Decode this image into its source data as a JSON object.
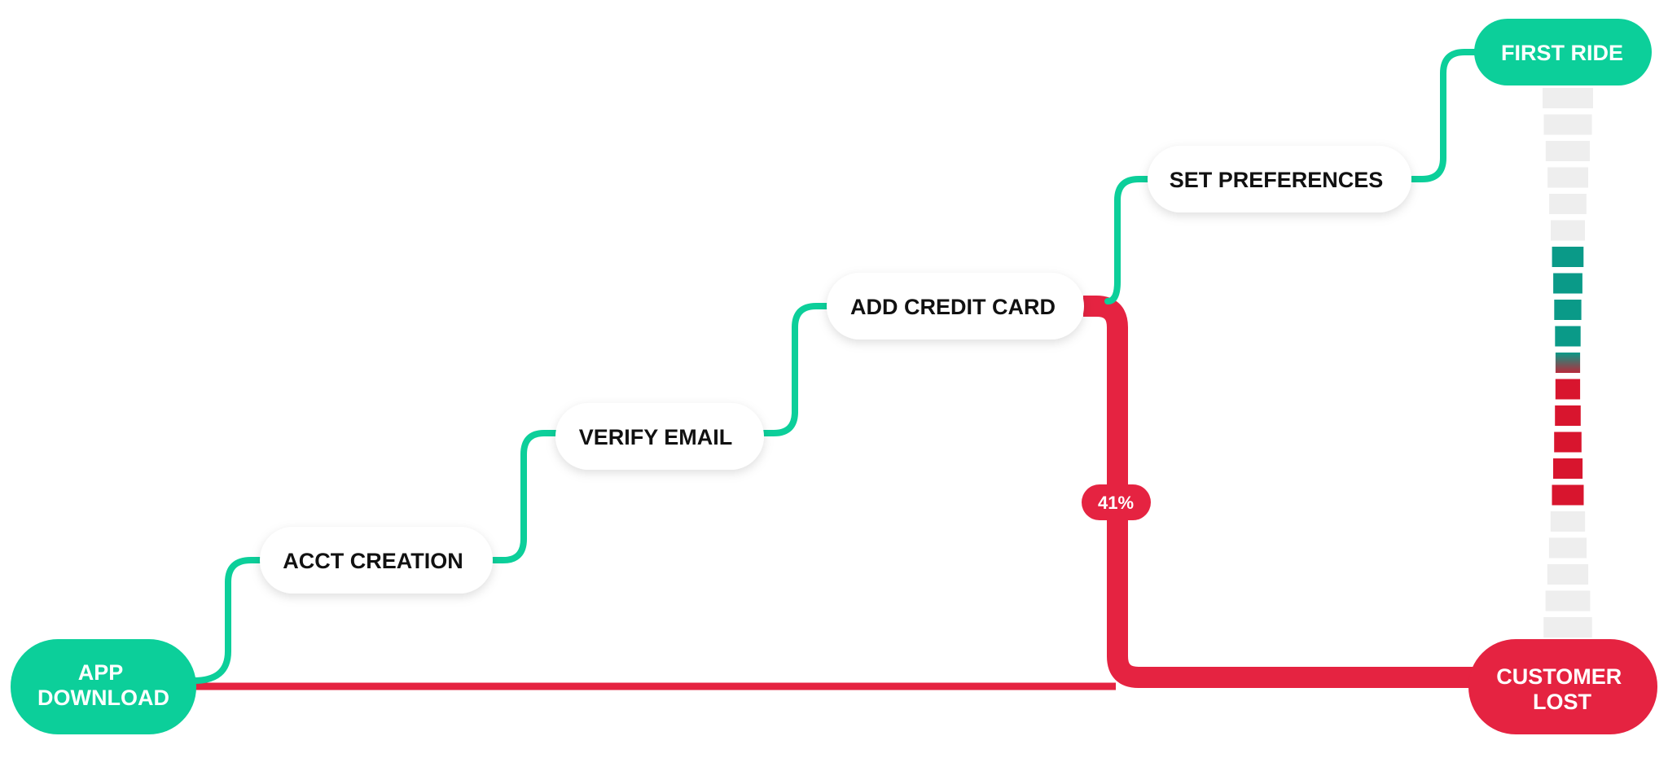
{
  "colors": {
    "accent_green": "#0ccf9a",
    "loss_red": "#e52341",
    "pill_bg": "#ffffff",
    "pill_text": "#111111",
    "text_light": "#ffffff",
    "gauge_gray": "#eeeeee",
    "gauge_teal": "#0a9a88",
    "gauge_red": "#d8152e"
  },
  "steps": [
    {
      "id": "app-download",
      "lines": [
        "APP",
        "DOWNLOAD"
      ]
    },
    {
      "id": "acct-creation",
      "lines": [
        "ACCT CREATION"
      ]
    },
    {
      "id": "verify-email",
      "lines": [
        "VERIFY EMAIL"
      ]
    },
    {
      "id": "add-credit-card",
      "lines": [
        "ADD CREDIT CARD"
      ]
    },
    {
      "id": "set-preferences",
      "lines": [
        "SET PREFERENCES"
      ]
    },
    {
      "id": "first-ride",
      "lines": [
        "FIRST RIDE"
      ]
    }
  ],
  "outcome": {
    "id": "customer-lost",
    "lines": [
      "CUSTOMER",
      "LOST"
    ]
  },
  "dropoff": {
    "label": "41%",
    "from_step": "add-credit-card"
  }
}
